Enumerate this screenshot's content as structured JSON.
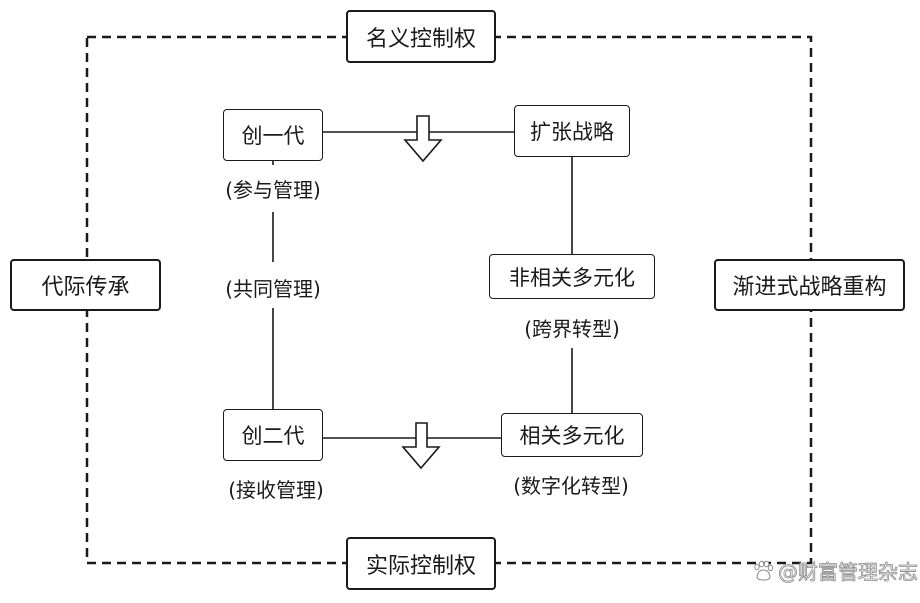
{
  "diagram": {
    "frame": {
      "top": "名义控制权",
      "bottom": "实际控制权",
      "left": "代际传承",
      "right": "渐进式战略重构"
    },
    "left_column": {
      "top_node": "创一代",
      "top_note": "(参与管理)",
      "middle_note": "(共同管理)",
      "bottom_node": "创二代",
      "bottom_note": "(接收管理)"
    },
    "right_column": {
      "top_node": "扩张战略",
      "middle_node": "非相关多元化",
      "middle_note": "(跨界转型)",
      "bottom_node": "相关多元化",
      "bottom_note": "(数字化转型)"
    },
    "arrows": [
      {
        "from": "创一代 / 扩张战略 link",
        "direction": "down"
      },
      {
        "from": "创二代 / 相关多元化 link",
        "direction": "down"
      }
    ]
  },
  "watermark": {
    "icon": "baidu-paw-icon",
    "text": "@财富管理杂志"
  },
  "colors": {
    "stroke": "#1a1a1a",
    "background": "#ffffff",
    "watermark": "#8a8a8a"
  }
}
